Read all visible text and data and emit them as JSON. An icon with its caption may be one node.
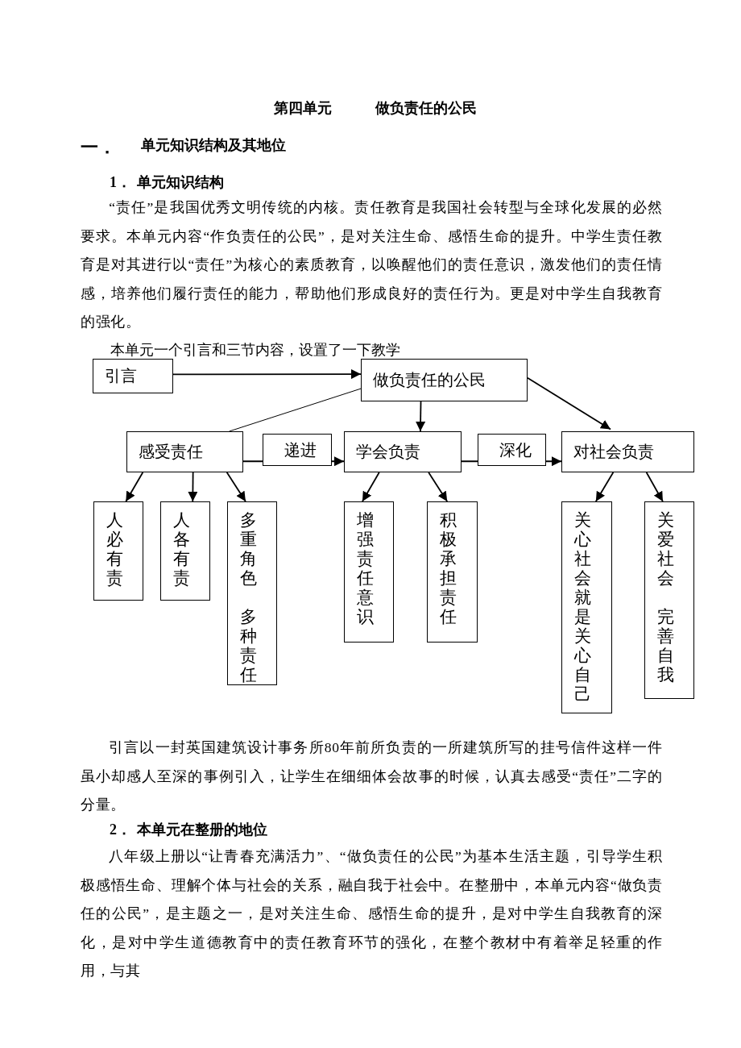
{
  "diagram": {
    "title": "第四单元　　　做负责任的公民",
    "nodes": [
      {
        "text": [
          "引言"
        ]
      },
      {
        "text": [
          "做负责任的公民"
        ]
      },
      {
        "text": [
          "感受责任"
        ]
      },
      {
        "text": [
          "学会负责"
        ]
      },
      {
        "text": [
          "对社会负责"
        ]
      },
      {
        "text": [
          "人必有责"
        ]
      },
      {
        "text": [
          "人各有责"
        ]
      },
      {
        "text": [
          "多重角色",
          "多种责任"
        ]
      },
      {
        "text": [
          "增强责任意识"
        ]
      },
      {
        "text": [
          "积极承担责任"
        ]
      },
      {
        "text": [
          "关心社会就是关心自己"
        ]
      },
      {
        "text": [
          "关爱社会",
          "完善自我"
        ]
      }
    ],
    "edges": [
      {
        "from": 0,
        "to": 1,
        "arrow": "to"
      },
      {
        "from": 1,
        "to": 2,
        "arrow": "none"
      },
      {
        "from": 1,
        "to": 3,
        "arrow": "to"
      },
      {
        "from": 1,
        "to": 4,
        "arrow": "to"
      },
      {
        "from": 2,
        "to": 3,
        "arrow": "to",
        "label": "递进"
      },
      {
        "from": 3,
        "to": 4,
        "arrow": "to",
        "label": "深化"
      },
      {
        "from": 2,
        "to": 5,
        "arrow": "to"
      },
      {
        "from": 2,
        "to": 6,
        "arrow": "to"
      },
      {
        "from": 2,
        "to": 7,
        "arrow": "to"
      },
      {
        "from": 3,
        "to": 8,
        "arrow": "to"
      },
      {
        "from": 3,
        "to": 9,
        "arrow": "to"
      },
      {
        "from": 4,
        "to": 10,
        "arrow": "to"
      },
      {
        "from": 4,
        "to": 11,
        "arrow": "to"
      }
    ],
    "labels": [
      "一．",
      "单元知识结构及其地位",
      "1．",
      "单元知识结构",
      "“责任”是我国优秀文明传统的内核。责任教育是我国社会转型与全球化发展的必然要求。本单元内容“作负责任的公民”，是对关注生命、感悟生命的提升。中学生责任教育是对其进行以“责任”为核心的素质教育，以唤醒他们的责任意识，激发他们的责任情感，培养他们履行责任的能力，帮助他们形成良好的责任行为。更是对中学生自我教育的强化。",
      "本单元一个引言和三节内容，设置了一下教学",
      "引言以一封英国建筑设计事务所80年前所负责的一所建筑所写的挂号信件这样一件虽小却感人至深的事例引入，让学生在细细体会故事的时候，认真去感受“责任”二字的分量。",
      "2．",
      "本单元在整册的地位",
      "八年级上册以“让青春充满活力”、“做负责任的公民”为基本生活主题，引导学生积极感悟生命、理解个体与社会的关系，融自我于社会中。在整册中，本单元内容“做负责任的公民”，是主题之一，是对关注生命、感悟生命的提升，是对中学生自我教育的深化，是对中学生道德教育中的责任教育环节的强化，在整个教材中有着举足轻重的作用，与其"
    ]
  }
}
